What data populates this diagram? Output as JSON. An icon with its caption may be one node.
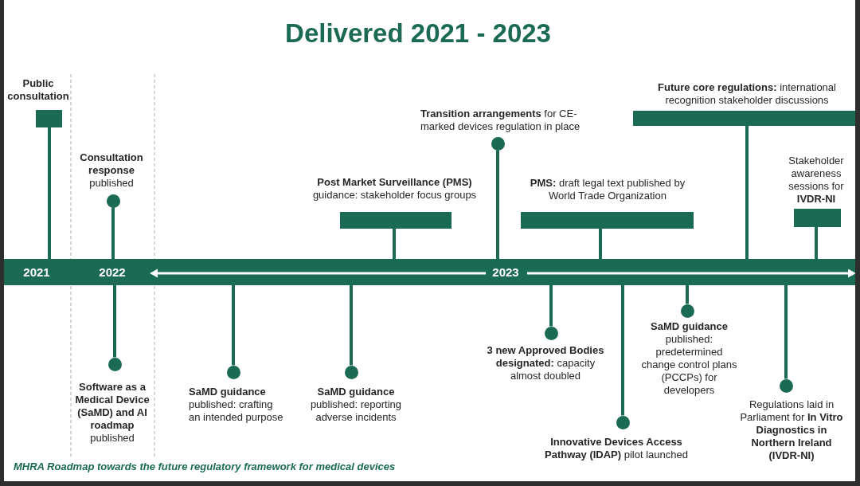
{
  "diagram": {
    "title": "Delivered 2021 - 2023",
    "caption": "MHRA Roadmap towards the future regulatory framework for medical devices",
    "nodes": [
      {
        "text": [
          "2021",
          "2022",
          "2023"
        ]
      },
      {
        "text": [
          "Public consultation"
        ]
      },
      {
        "text": [
          "**Consultation response** published"
        ]
      },
      {
        "text": [
          "**Software as a Medical Device (SaMD) and AI roadmap** published"
        ]
      },
      {
        "text": [
          "**SaMD guidance** published: crafting an intended purpose"
        ]
      },
      {
        "text": [
          "**SaMD guidance** published: reporting adverse incidents"
        ]
      },
      {
        "text": [
          "**Post Market Surveillance (PMS)** guidance: stakeholder focus groups"
        ]
      },
      {
        "text": [
          "**Transition arrangements** for CE-marked devices regulation in place"
        ]
      },
      {
        "text": [
          "**3 new Approved Bodies designated:** capacity almost doubled"
        ]
      },
      {
        "text": [
          "**PMS:** draft legal text published by World Trade Organization"
        ]
      },
      {
        "text": [
          "**Innovative Devices Access Pathway (IDAP)** pilot launched"
        ]
      },
      {
        "text": [
          "**SaMD guidance** published: predetermined change control plans (PCCPs) for developers"
        ]
      },
      {
        "text": [
          "**Future core regulations:** international recognition stakeholder discussions"
        ]
      },
      {
        "text": [
          "Regulations laid in Parliament for **In Vitro Diagnostics in Northern Ireland (IVDR-NI)**"
        ]
      },
      {
        "text": [
          "Stakeholder awareness sessions for **IVDR-NI**"
        ]
      }
    ],
    "edges": [
      {
        "from": 1,
        "to": 0,
        "arrow": "none"
      },
      {
        "from": 2,
        "to": 0,
        "arrow": "none"
      },
      {
        "from": 3,
        "to": 0,
        "arrow": "none"
      },
      {
        "from": 4,
        "to": 0,
        "arrow": "none"
      },
      {
        "from": 5,
        "to": 0,
        "arrow": "none"
      },
      {
        "from": 6,
        "to": 0,
        "arrow": "none"
      },
      {
        "from": 7,
        "to": 0,
        "arrow": "none"
      },
      {
        "from": 8,
        "to": 0,
        "arrow": "none"
      },
      {
        "from": 9,
        "to": 0,
        "arrow": "none"
      },
      {
        "from": 10,
        "to": 0,
        "arrow": "none"
      },
      {
        "from": 11,
        "to": 0,
        "arrow": "none"
      },
      {
        "from": 12,
        "to": 0,
        "arrow": "none"
      },
      {
        "from": 13,
        "to": 0,
        "arrow": "none"
      },
      {
        "from": 14,
        "to": 0,
        "arrow": "none"
      }
    ]
  }
}
